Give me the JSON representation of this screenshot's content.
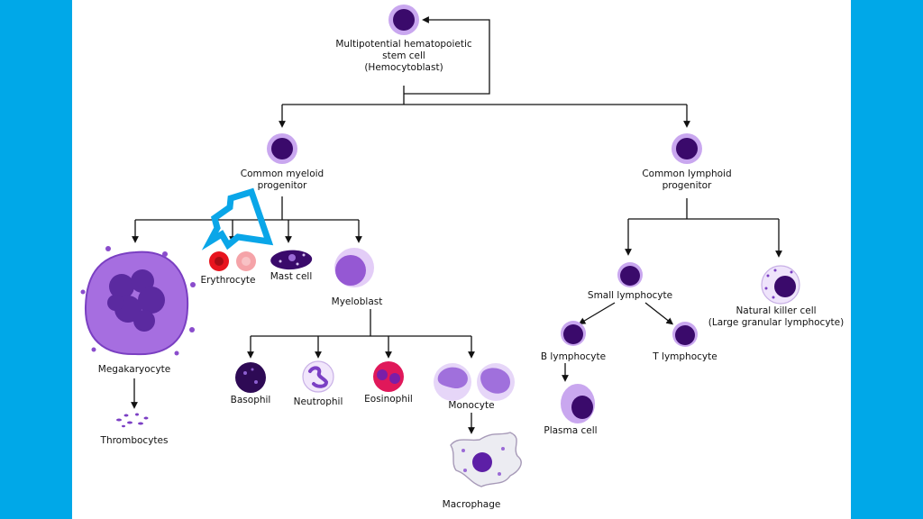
{
  "colors": {
    "background": "#00a8e8",
    "panel": "#ffffff",
    "cell_dark": "#3a0a6b",
    "cell_purple": "#8a4ccc",
    "cell_light": "#d8b8f4",
    "erythrocyte": "#e8141e",
    "erythrocyte_light": "#f5a3a8",
    "eosinophil": "#e0185a",
    "annotation_arrow": "#0aa6e8",
    "connector": "#111111"
  },
  "labels": {
    "stem_cell": [
      "Multipotential hematopoietic",
      "stem cell",
      "(Hemocytoblast)"
    ],
    "myeloid": [
      "Common myeloid",
      "progenitor"
    ],
    "lymphoid": [
      "Common lymphoid",
      "progenitor"
    ],
    "erythrocyte": "Erythrocyte",
    "mast_cell": "Mast cell",
    "myeloblast": "Myeloblast",
    "megakaryocyte": "Megakaryocyte",
    "thrombocytes": "Thrombocytes",
    "basophil": "Basophil",
    "neutrophil": "Neutrophil",
    "eosinophil": "Eosinophil",
    "monocyte": "Monocyte",
    "macrophage": "Macrophage",
    "small_lymphocyte": "Small lymphocyte",
    "nk_cell": [
      "Natural killer cell",
      "(Large granular lymphocyte)"
    ],
    "b_lymphocyte": "B lymphocyte",
    "t_lymphocyte": "T lymphocyte",
    "plasma_cell": "Plasma cell"
  },
  "icons": {
    "annotation": "hollow-arrow-icon"
  }
}
